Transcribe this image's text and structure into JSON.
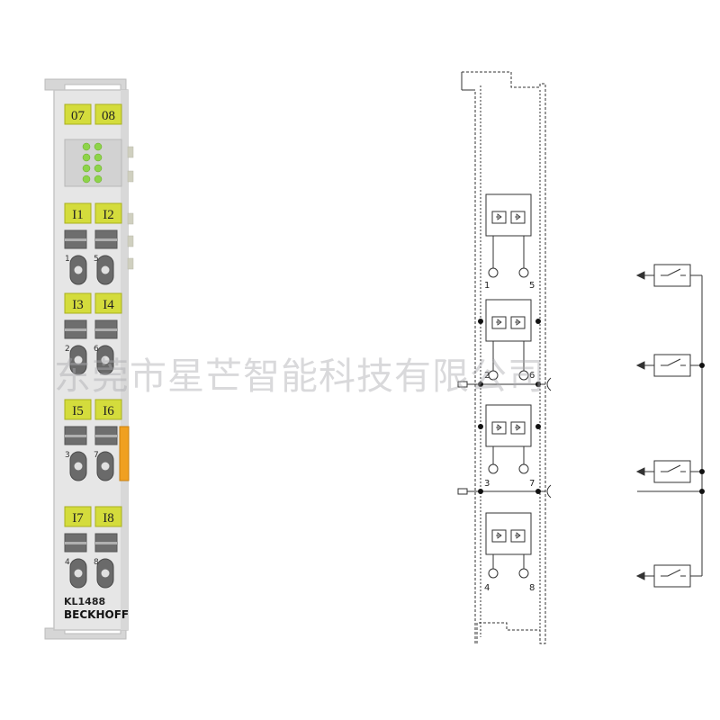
{
  "device": {
    "model": "KL1488",
    "brand": "BECKHOFF",
    "led_labels": [
      "07",
      "08"
    ],
    "channels": [
      {
        "labels": [
          "I1",
          "I2"
        ],
        "terminals": [
          "1",
          "5"
        ]
      },
      {
        "labels": [
          "I3",
          "I4"
        ],
        "terminals": [
          "2",
          "6"
        ]
      },
      {
        "labels": [
          "I5",
          "I6"
        ],
        "terminals": [
          "3",
          "7"
        ]
      },
      {
        "labels": [
          "I7",
          "I8"
        ],
        "terminals": [
          "4",
          "8"
        ]
      }
    ]
  },
  "diagram": {
    "terminal_pairs": [
      [
        "1",
        "5"
      ],
      [
        "2",
        "6"
      ],
      [
        "3",
        "7"
      ],
      [
        "4",
        "8"
      ]
    ]
  },
  "watermark": "东莞市星芒智能科技有限公司",
  "colors": {
    "label_yellow": "#d4dc3c",
    "led_green": "#8ed44a",
    "housing": "#e4e4e4",
    "orange_tab": "#f0a020"
  }
}
